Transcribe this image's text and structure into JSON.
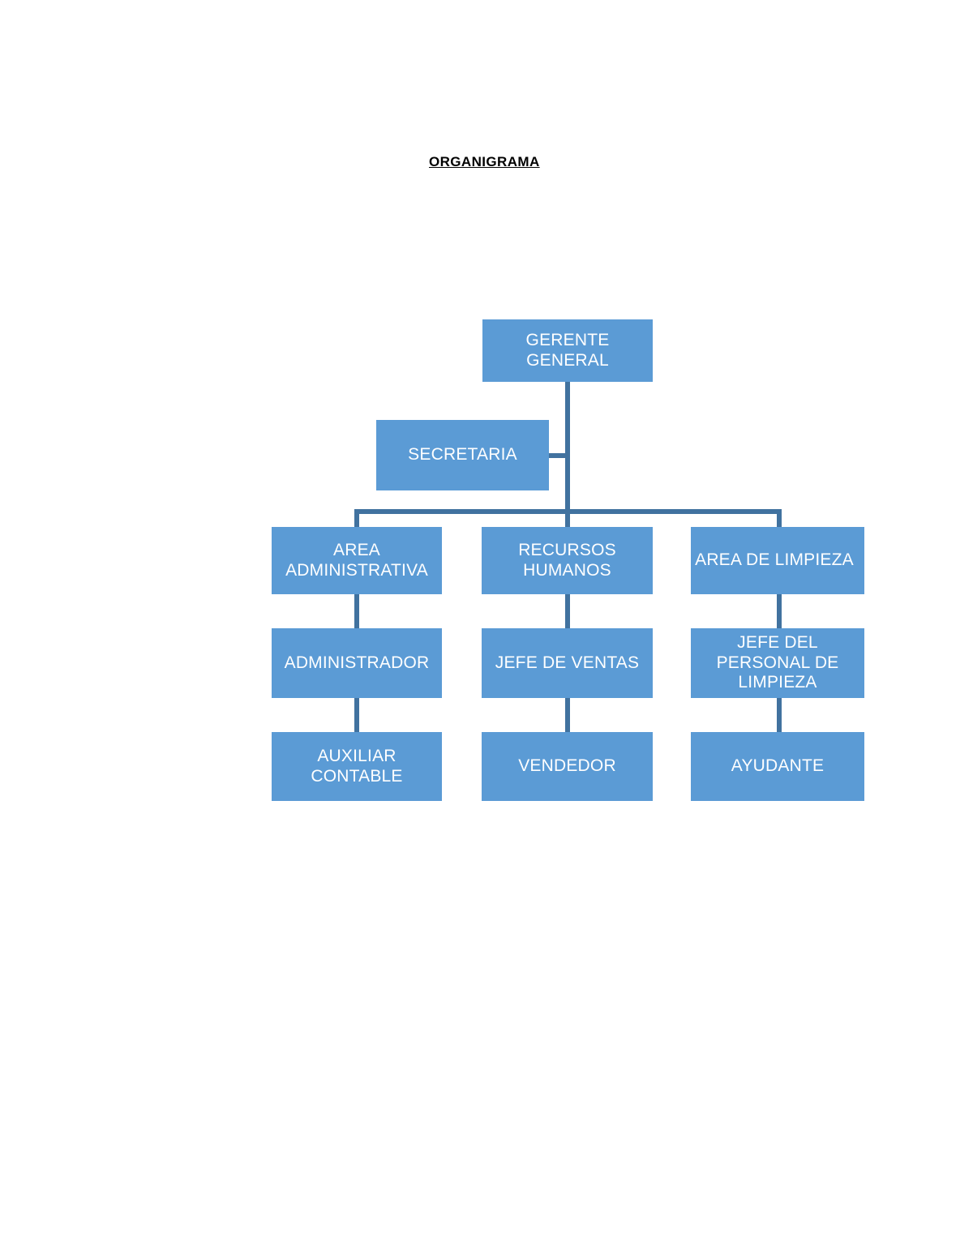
{
  "document": {
    "title": "ORGANIGRAMA"
  },
  "theme": {
    "box_fill": "#5B9BD5",
    "box_text": "#ffffff",
    "connector": "#41729F",
    "page_background": "#ffffff",
    "title_color": "#000000"
  },
  "chart_data": {
    "type": "diagram",
    "diagram_kind": "organizational-chart",
    "title": "ORGANIGRAMA",
    "nodes": [
      {
        "id": "gerente-general",
        "label": "GERENTE GENERAL",
        "lines": [
          "GERENTE",
          "GENERAL"
        ],
        "level": 0,
        "column": "center"
      },
      {
        "id": "secretaria",
        "label": "SECRETARIA",
        "lines": [
          "SECRETARIA"
        ],
        "level": 1,
        "column": "staff"
      },
      {
        "id": "area-administrativa",
        "label": "AREA ADMINISTRATIVA",
        "lines": [
          "AREA",
          "ADMINISTRATIVA"
        ],
        "level": 2,
        "column": "left"
      },
      {
        "id": "recursos-humanos",
        "label": "RECURSOS HUMANOS",
        "lines": [
          "RECURSOS",
          "HUMANOS"
        ],
        "level": 2,
        "column": "center"
      },
      {
        "id": "area-de-limpieza",
        "label": "AREA DE LIMPIEZA",
        "lines": [
          "AREA DE LIMPIEZA"
        ],
        "level": 2,
        "column": "right"
      },
      {
        "id": "administrador",
        "label": "ADMINISTRADOR",
        "lines": [
          "ADMINISTRADOR"
        ],
        "level": 3,
        "column": "left"
      },
      {
        "id": "jefe-de-ventas",
        "label": "JEFE DE VENTAS",
        "lines": [
          "JEFE DE VENTAS"
        ],
        "level": 3,
        "column": "center"
      },
      {
        "id": "jefe-del-personal-de-limpieza",
        "label": "JEFE DEL PERSONAL DE LIMPIEZA",
        "lines": [
          "JEFE DEL",
          "PERSONAL DE",
          "LIMPIEZA"
        ],
        "level": 3,
        "column": "right"
      },
      {
        "id": "auxiliar-contable",
        "label": "AUXILIAR CONTABLE",
        "lines": [
          "AUXILIAR",
          "CONTABLE"
        ],
        "level": 4,
        "column": "left"
      },
      {
        "id": "vendedor",
        "label": "VENDEDOR",
        "lines": [
          "VENDEDOR"
        ],
        "level": 4,
        "column": "center"
      },
      {
        "id": "ayudante",
        "label": "AYUDANTE",
        "lines": [
          "AYUDANTE"
        ],
        "level": 4,
        "column": "right"
      }
    ],
    "edges": [
      {
        "from": "gerente-general",
        "to": "secretaria",
        "style": "staff"
      },
      {
        "from": "gerente-general",
        "to": "area-administrativa",
        "style": "line"
      },
      {
        "from": "gerente-general",
        "to": "recursos-humanos",
        "style": "line"
      },
      {
        "from": "gerente-general",
        "to": "area-de-limpieza",
        "style": "line"
      },
      {
        "from": "area-administrativa",
        "to": "administrador",
        "style": "line"
      },
      {
        "from": "recursos-humanos",
        "to": "jefe-de-ventas",
        "style": "line"
      },
      {
        "from": "area-de-limpieza",
        "to": "jefe-del-personal-de-limpieza",
        "style": "line"
      },
      {
        "from": "administrador",
        "to": "auxiliar-contable",
        "style": "line"
      },
      {
        "from": "jefe-de-ventas",
        "to": "vendedor",
        "style": "line"
      },
      {
        "from": "jefe-del-personal-de-limpieza",
        "to": "ayudante",
        "style": "line"
      }
    ]
  },
  "boxes": {
    "gerente_general": {
      "line1": "GERENTE",
      "line2": "GENERAL"
    },
    "secretaria": {
      "line1": "SECRETARIA"
    },
    "area_administrativa": {
      "line1": "AREA",
      "line2": "ADMINISTRATIVA"
    },
    "recursos_humanos": {
      "line1": "RECURSOS",
      "line2": "HUMANOS"
    },
    "area_de_limpieza": {
      "line1": "AREA DE LIMPIEZA"
    },
    "administrador": {
      "line1": "ADMINISTRADOR"
    },
    "jefe_de_ventas": {
      "line1": "JEFE DE VENTAS"
    },
    "jefe_personal_limpieza": {
      "line1": "JEFE DEL",
      "line2": "PERSONAL DE",
      "line3": "LIMPIEZA"
    },
    "auxiliar_contable": {
      "line1": "AUXILIAR",
      "line2": "CONTABLE"
    },
    "vendedor": {
      "line1": "VENDEDOR"
    },
    "ayudante": {
      "line1": "AYUDANTE"
    }
  }
}
